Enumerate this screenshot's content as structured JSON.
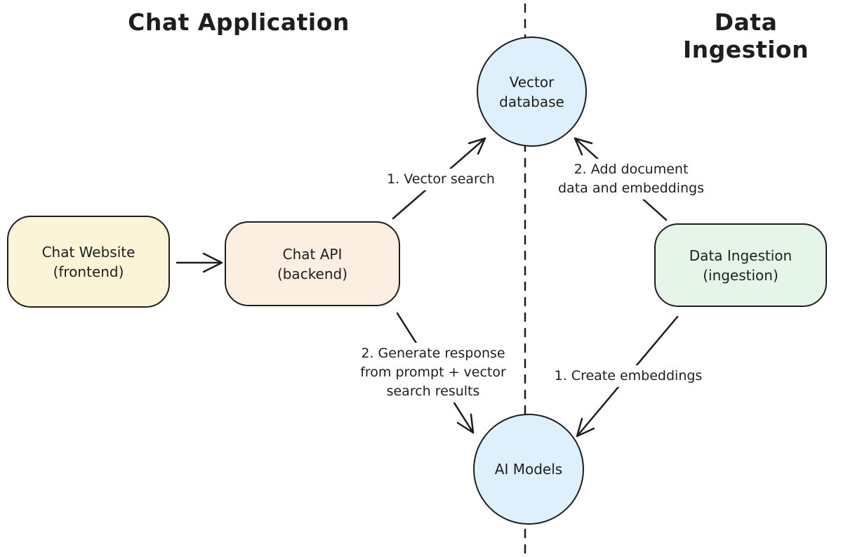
{
  "diagram": {
    "titles": {
      "left": "Chat Application",
      "right": "Data Ingestion"
    },
    "nodes": {
      "chat_website": {
        "label": "Chat Website\n(frontend)",
        "shape": "rounded-rect",
        "fill": "#fbf4d7"
      },
      "chat_api": {
        "label": "Chat API\n(backend)",
        "shape": "rounded-rect",
        "fill": "#fcefe2"
      },
      "data_ingestion": {
        "label": "Data Ingestion\n(ingestion)",
        "shape": "rounded-rect",
        "fill": "#e5f6e9"
      },
      "vector_db": {
        "label": "Vector\ndatabase",
        "shape": "circle",
        "fill": "#ddf0fb"
      },
      "ai_models": {
        "label": "AI Models",
        "shape": "circle",
        "fill": "#ddf0fb"
      }
    },
    "edges": {
      "website_to_api": {
        "from": "chat_website",
        "to": "chat_api",
        "label": ""
      },
      "api_to_vector_db": {
        "from": "chat_api",
        "to": "vector_db",
        "label": "1. Vector search"
      },
      "ingestion_to_vector_db": {
        "from": "data_ingestion",
        "to": "vector_db",
        "label": "2. Add document\ndata and embeddings"
      },
      "api_to_ai_models": {
        "from": "chat_api",
        "to": "ai_models",
        "label": "2. Generate response\nfrom prompt + vector\nsearch results"
      },
      "ingestion_to_ai_models": {
        "from": "data_ingestion",
        "to": "ai_models",
        "label": "1. Create embeddings"
      }
    },
    "colors": {
      "stroke": "#1e1e1e",
      "background": "#ffffff"
    }
  }
}
